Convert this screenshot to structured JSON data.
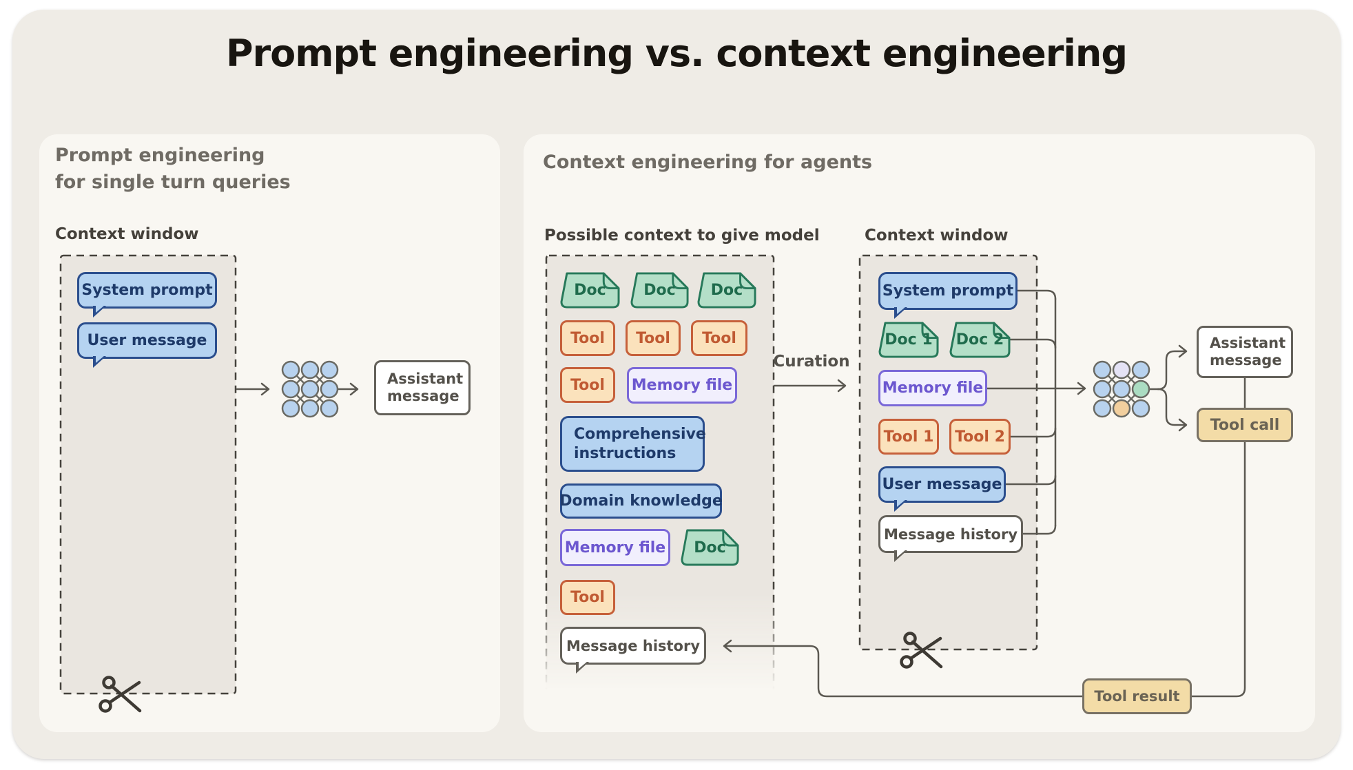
{
  "title": "Prompt engineering vs. context engineering",
  "palette": {
    "board_bg": "#EFECE6",
    "panel_bg": "#F9F7F2",
    "dashed_box_bg": "#EAE6E0",
    "dash_border": "#45423C",
    "connector_line": "#5B5851",
    "blue_fill": "#B5D3F1",
    "blue_border": "#2B4E8D",
    "blue_text": "#1E3A69",
    "green_fill": "#B4DFC8",
    "green_border": "#27795A",
    "green_text": "#1F6B4C",
    "orange_fill": "#FBE2BC",
    "orange_border": "#C6603A",
    "orange_text": "#C05A32",
    "purple_fill": "#F1EFFD",
    "purple_border": "#7A68D8",
    "purple_text": "#6C57CF",
    "white_fill": "#FFFFFF",
    "neutral_border": "#64615A",
    "neutral_text": "#53504A",
    "tan_fill": "#F3DCA7",
    "tan_border": "#787164",
    "tan_text": "#6A6354",
    "net_node_blue": "#B8D2EE",
    "net_node_lavender": "#E4E2F5",
    "net_node_green": "#ABDCC2",
    "net_node_orange": "#F2CF9E",
    "title_text": "#181510",
    "heading_text": "#6F6B64",
    "label_text": "#44403A"
  },
  "icons": {
    "model": "neural-network-icon",
    "context_trim": "scissors-icon"
  },
  "left_panel": {
    "heading_line1": "Prompt engineering",
    "heading_line2": "for single turn queries",
    "context_window_label": "Context window",
    "context_window": {
      "system_prompt": "System prompt",
      "user_message": "User message"
    },
    "assistant_message": "Assistant message"
  },
  "right_panel": {
    "heading": "Context engineering for agents",
    "possible_context_label": "Possible context to give model",
    "context_window_label": "Context window",
    "curation_label": "Curation",
    "possible_context": {
      "docs": [
        "Doc",
        "Doc",
        "Doc"
      ],
      "tools_row1": [
        "Tool",
        "Tool",
        "Tool"
      ],
      "tool_4": "Tool",
      "memory_file_1": "Memory file",
      "comprehensive_instructions": "Comprehensive instructions",
      "domain_knowledge": "Domain knowledge",
      "memory_file_2": "Memory file",
      "doc_4": "Doc",
      "tool_5": "Tool",
      "message_history": "Message history"
    },
    "context_window": {
      "system_prompt": "System prompt",
      "doc_1": "Doc 1",
      "doc_2": "Doc 2",
      "memory_file": "Memory file",
      "tool_1": "Tool 1",
      "tool_2": "Tool 2",
      "user_message": "User message",
      "message_history": "Message history"
    },
    "outputs": {
      "assistant_message": "Assistant message",
      "tool_call": "Tool call",
      "tool_result": "Tool result"
    }
  }
}
